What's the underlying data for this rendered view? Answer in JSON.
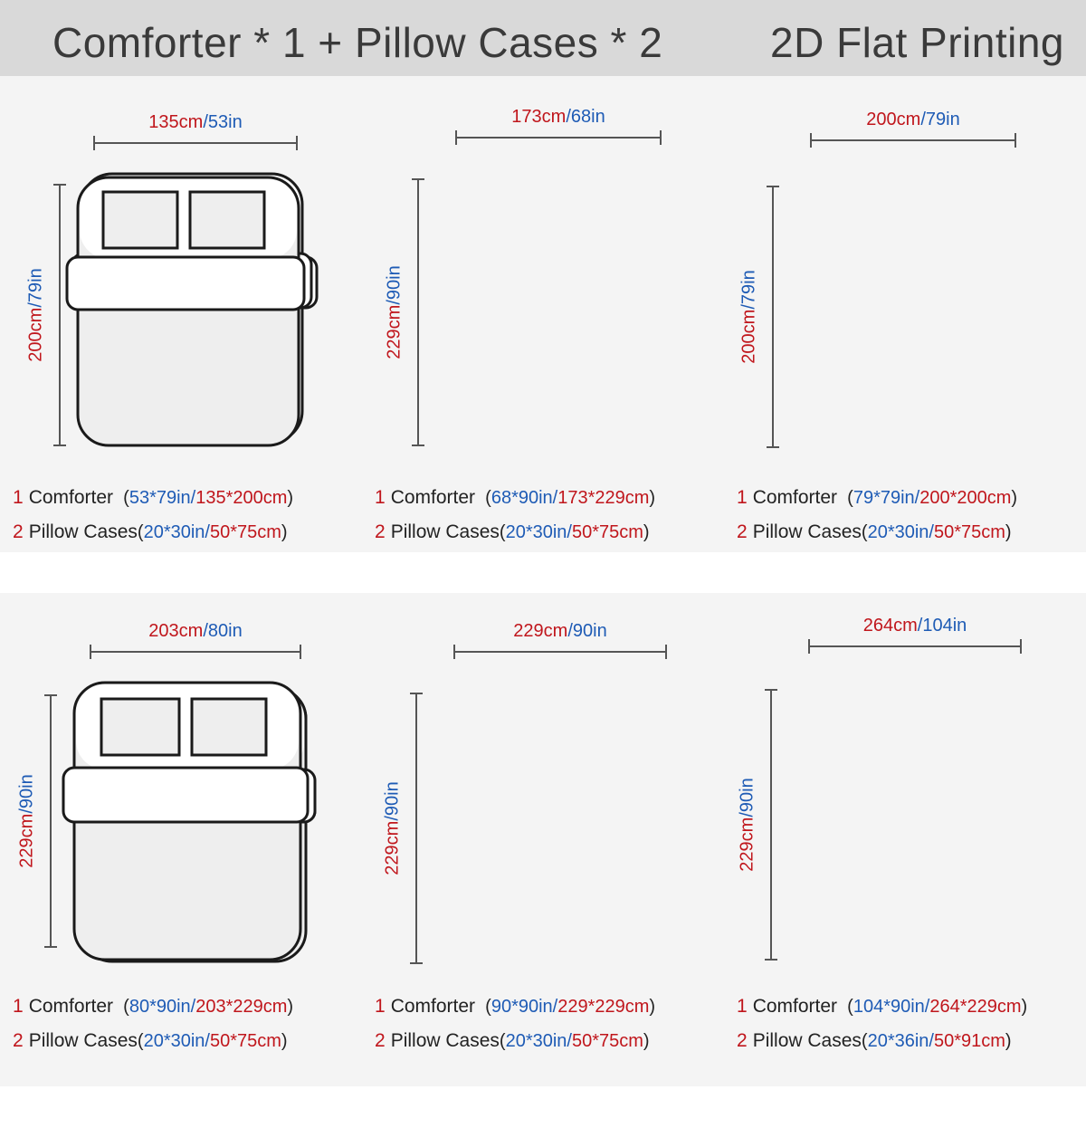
{
  "header": {
    "title_left": "Comforter * 1 + Pillow Cases * 2",
    "title_right": "2D Flat Printing"
  },
  "colors": {
    "header_bg": "#d9d9d9",
    "metric": "#c0161c",
    "imperial": "#1e5bb5",
    "outline": "#1a1a1a",
    "bed_fill": "#eeeeee"
  },
  "panels": [
    {
      "width_cm": "135cm",
      "width_in": "53in",
      "height_cm": "200cm",
      "height_in": "79in",
      "comforter": {
        "num": "1",
        "label": "Comforter",
        "in": "53*79in",
        "cm": "135*200cm"
      },
      "pillow": {
        "num": "2",
        "label": "Pillow Cases",
        "in": "20*30in",
        "cm": "50*75cm"
      }
    },
    {
      "width_cm": "173cm",
      "width_in": "68in",
      "height_cm": "229cm",
      "height_in": "90in",
      "comforter": {
        "num": "1",
        "label": "Comforter",
        "in": "68*90in",
        "cm": "173*229cm"
      },
      "pillow": {
        "num": "2",
        "label": "Pillow Cases",
        "in": "20*30in",
        "cm": "50*75cm"
      }
    },
    {
      "width_cm": "200cm",
      "width_in": "79in",
      "height_cm": "200cm",
      "height_in": "79in",
      "comforter": {
        "num": "1",
        "label": "Comforter",
        "in": "79*79in",
        "cm": "200*200cm"
      },
      "pillow": {
        "num": "2",
        "label": "Pillow Cases",
        "in": "20*30in",
        "cm": "50*75cm"
      }
    },
    {
      "width_cm": "203cm",
      "width_in": "80in",
      "height_cm": "229cm",
      "height_in": "90in",
      "comforter": {
        "num": "1",
        "label": "Comforter",
        "in": "80*90in",
        "cm": "203*229cm"
      },
      "pillow": {
        "num": "2",
        "label": "Pillow Cases",
        "in": "20*30in",
        "cm": "50*75cm"
      }
    },
    {
      "width_cm": "229cm",
      "width_in": "90in",
      "height_cm": "229cm",
      "height_in": "90in",
      "comforter": {
        "num": "1",
        "label": "Comforter",
        "in": "90*90in",
        "cm": "229*229cm"
      },
      "pillow": {
        "num": "2",
        "label": "Pillow Cases",
        "in": "20*30in",
        "cm": "50*75cm"
      }
    },
    {
      "width_cm": "264cm",
      "width_in": "104in",
      "height_cm": "229cm",
      "height_in": "90in",
      "comforter": {
        "num": "1",
        "label": "Comforter",
        "in": "104*90in",
        "cm": "264*229cm"
      },
      "pillow": {
        "num": "2",
        "label": "Pillow Cases",
        "in": "20*36in",
        "cm": "50*91cm"
      }
    }
  ]
}
